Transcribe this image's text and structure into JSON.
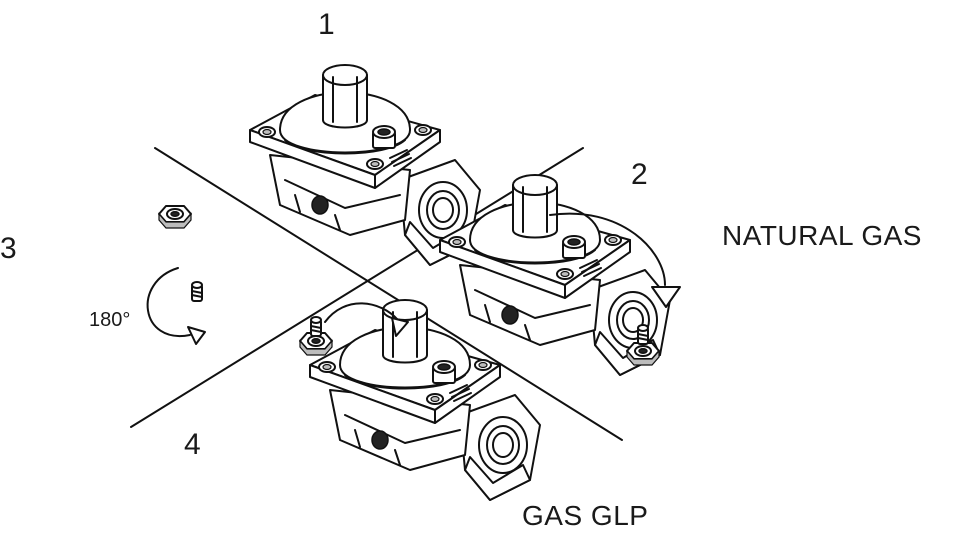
{
  "labels": {
    "step1": "1",
    "step2": "2",
    "step3": "3",
    "step4": "4",
    "natural_gas": "NATURAL GAS",
    "gas_glp": "GAS GLP",
    "rotation": "180°"
  },
  "colors": {
    "ink": "#111111",
    "background": "#ffffff"
  }
}
